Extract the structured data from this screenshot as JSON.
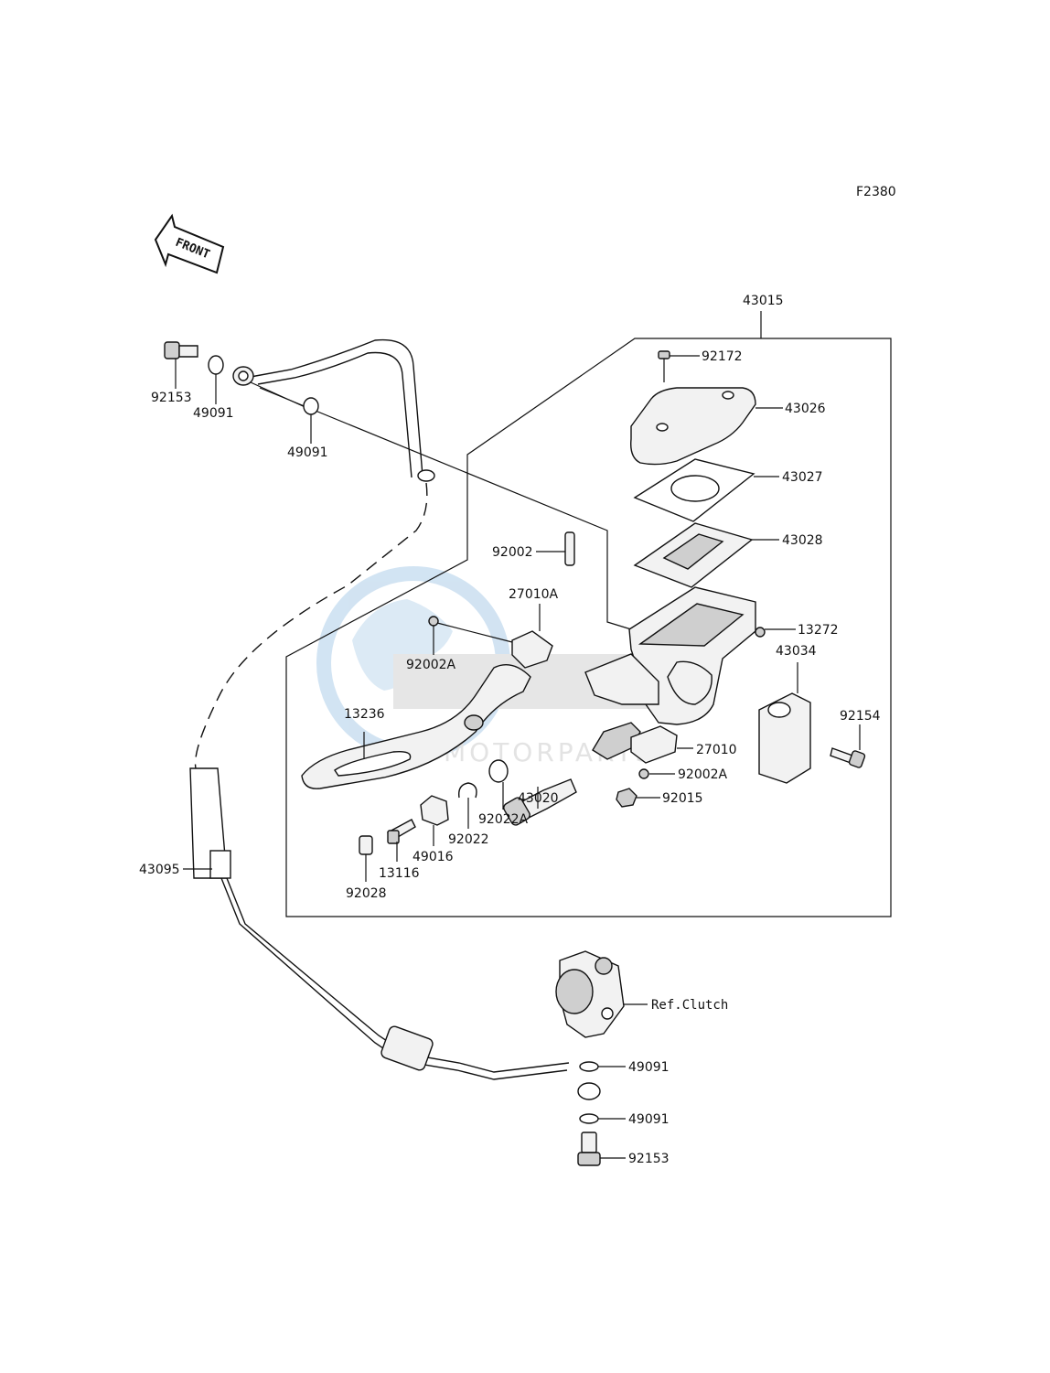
{
  "diagram": {
    "figure_code": "F2380",
    "front_label": "FRONT",
    "watermark": {
      "brand": "MOTORPARTS"
    },
    "labels": {
      "p43015": "43015",
      "p92172": "92172",
      "p43026": "43026",
      "p43027": "43027",
      "p43028": "43028",
      "p92002": "92002",
      "p27010A": "27010A",
      "p13272": "13272",
      "p43034": "43034",
      "p92002A_top": "92002A",
      "p13236": "13236",
      "p92154": "92154",
      "p27010": "27010",
      "p92002A_bottom": "92002A",
      "p43020": "43020",
      "p92022A": "92022A",
      "p92015": "92015",
      "p92022": "92022",
      "p49016": "49016",
      "p13116": "13116",
      "p92028": "92028",
      "p43095": "43095",
      "p92153_top": "92153",
      "p49091_a": "49091",
      "p49091_b": "49091",
      "ref_clutch": "Ref.Clutch",
      "p49091_c": "49091",
      "p49091_d": "49091",
      "p92153_bottom": "92153"
    }
  }
}
